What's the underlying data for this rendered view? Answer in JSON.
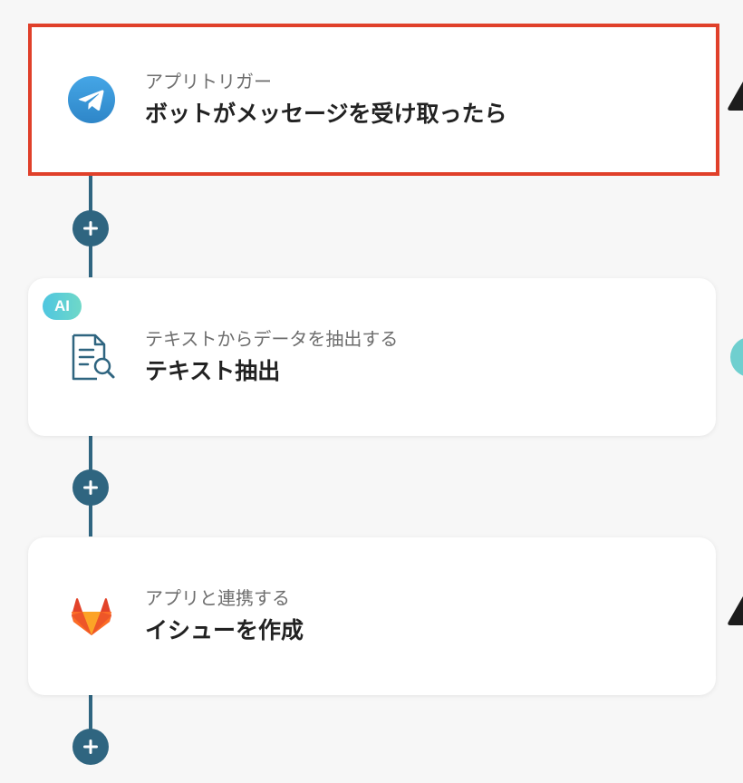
{
  "flow": {
    "steps": [
      {
        "subtitle": "アプリトリガー",
        "title": "ボットがメッセージを受け取ったら",
        "icon": "telegram-icon",
        "selected": true,
        "highlight_color": "#e0402a"
      },
      {
        "badge": "AI",
        "subtitle": "テキストからデータを抽出する",
        "title": "テキスト抽出",
        "icon": "document-search-icon",
        "selected": false
      },
      {
        "subtitle": "アプリと連携する",
        "title": "イシューを作成",
        "icon": "gitlab-icon",
        "selected": false
      }
    ],
    "add_step_icon": "plus-icon",
    "colors": {
      "connector": "#2f6580",
      "telegram": "#3f9ad8",
      "ai_badge": "#4fc6e0",
      "gitlab": "#e2432a"
    }
  }
}
